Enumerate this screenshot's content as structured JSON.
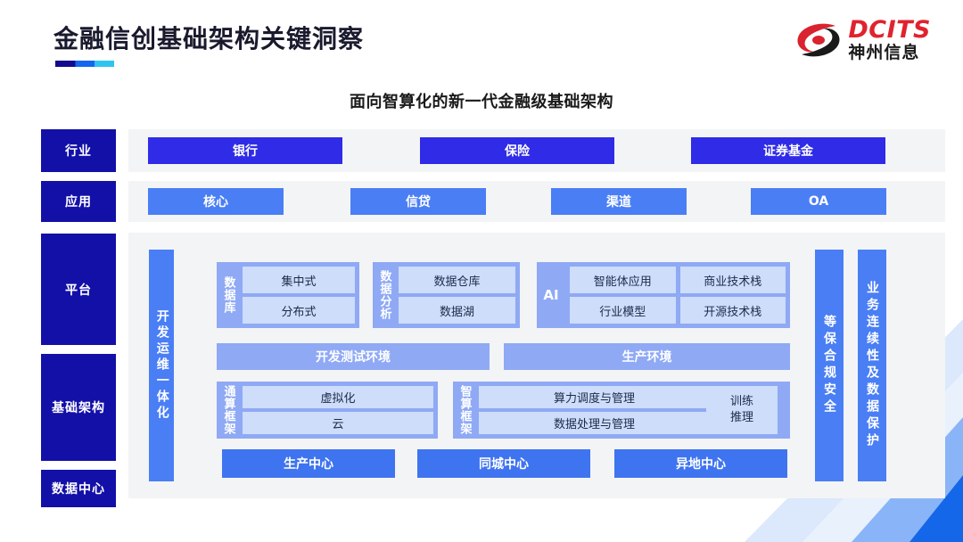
{
  "header": {
    "title": "金融信创基础架构关键洞察",
    "logo": {
      "en": "DCITS",
      "cn": "神州信息",
      "mark": "swirl-logo-icon"
    }
  },
  "subtitle": "面向智算化的新一代金融级基础架构",
  "lanes": [
    {
      "label": "行业"
    },
    {
      "label": "应用"
    },
    {
      "label": "平台"
    },
    {
      "label": "基础架构"
    },
    {
      "label": "数据中心"
    }
  ],
  "industry_row": [
    {
      "label": "银行"
    },
    {
      "label": "保险"
    },
    {
      "label": "证券基金"
    }
  ],
  "application_row": [
    {
      "label": "核心"
    },
    {
      "label": "信贷"
    },
    {
      "label": "渠道"
    },
    {
      "label": "OA"
    }
  ],
  "devops_bar": {
    "label": "开发运维一体化"
  },
  "platform": {
    "database": {
      "tag": "数据库",
      "items": [
        "集中式",
        "分布式"
      ]
    },
    "data_analysis": {
      "tag": "数据分析",
      "items": [
        "数据仓库",
        "数据湖"
      ]
    },
    "ai": {
      "tag": "AI",
      "items": [
        "智能体应用",
        "商业技术栈",
        "行业模型",
        "开源技术栈"
      ]
    },
    "environments": [
      {
        "label": "开发测试环境"
      },
      {
        "label": "生产环境"
      }
    ]
  },
  "infrastructure": {
    "general_compute": {
      "tag": "通算框架",
      "items": [
        "虚拟化",
        "云"
      ]
    },
    "intelligent_compute": {
      "tag": "智算框架",
      "items": [
        "算力调度与管理",
        "数据处理与管理"
      ],
      "train_infer": "训练\n推理"
    }
  },
  "data_centers": [
    {
      "label": "生产中心"
    },
    {
      "label": "同城中心"
    },
    {
      "label": "异地中心"
    }
  ],
  "side_bars": [
    {
      "label": "等保合规安全"
    },
    {
      "label": "业务连续性及数据保护"
    }
  ],
  "colors": {
    "navy": "#1310a8",
    "industry_blue": "#2f2be6",
    "app_blue": "#4a7ef5",
    "group_blue": "#8fa9f5",
    "chip_blue": "#cdddfa",
    "panel_gray": "#f3f4f6",
    "brand_red": "#e0232e"
  }
}
